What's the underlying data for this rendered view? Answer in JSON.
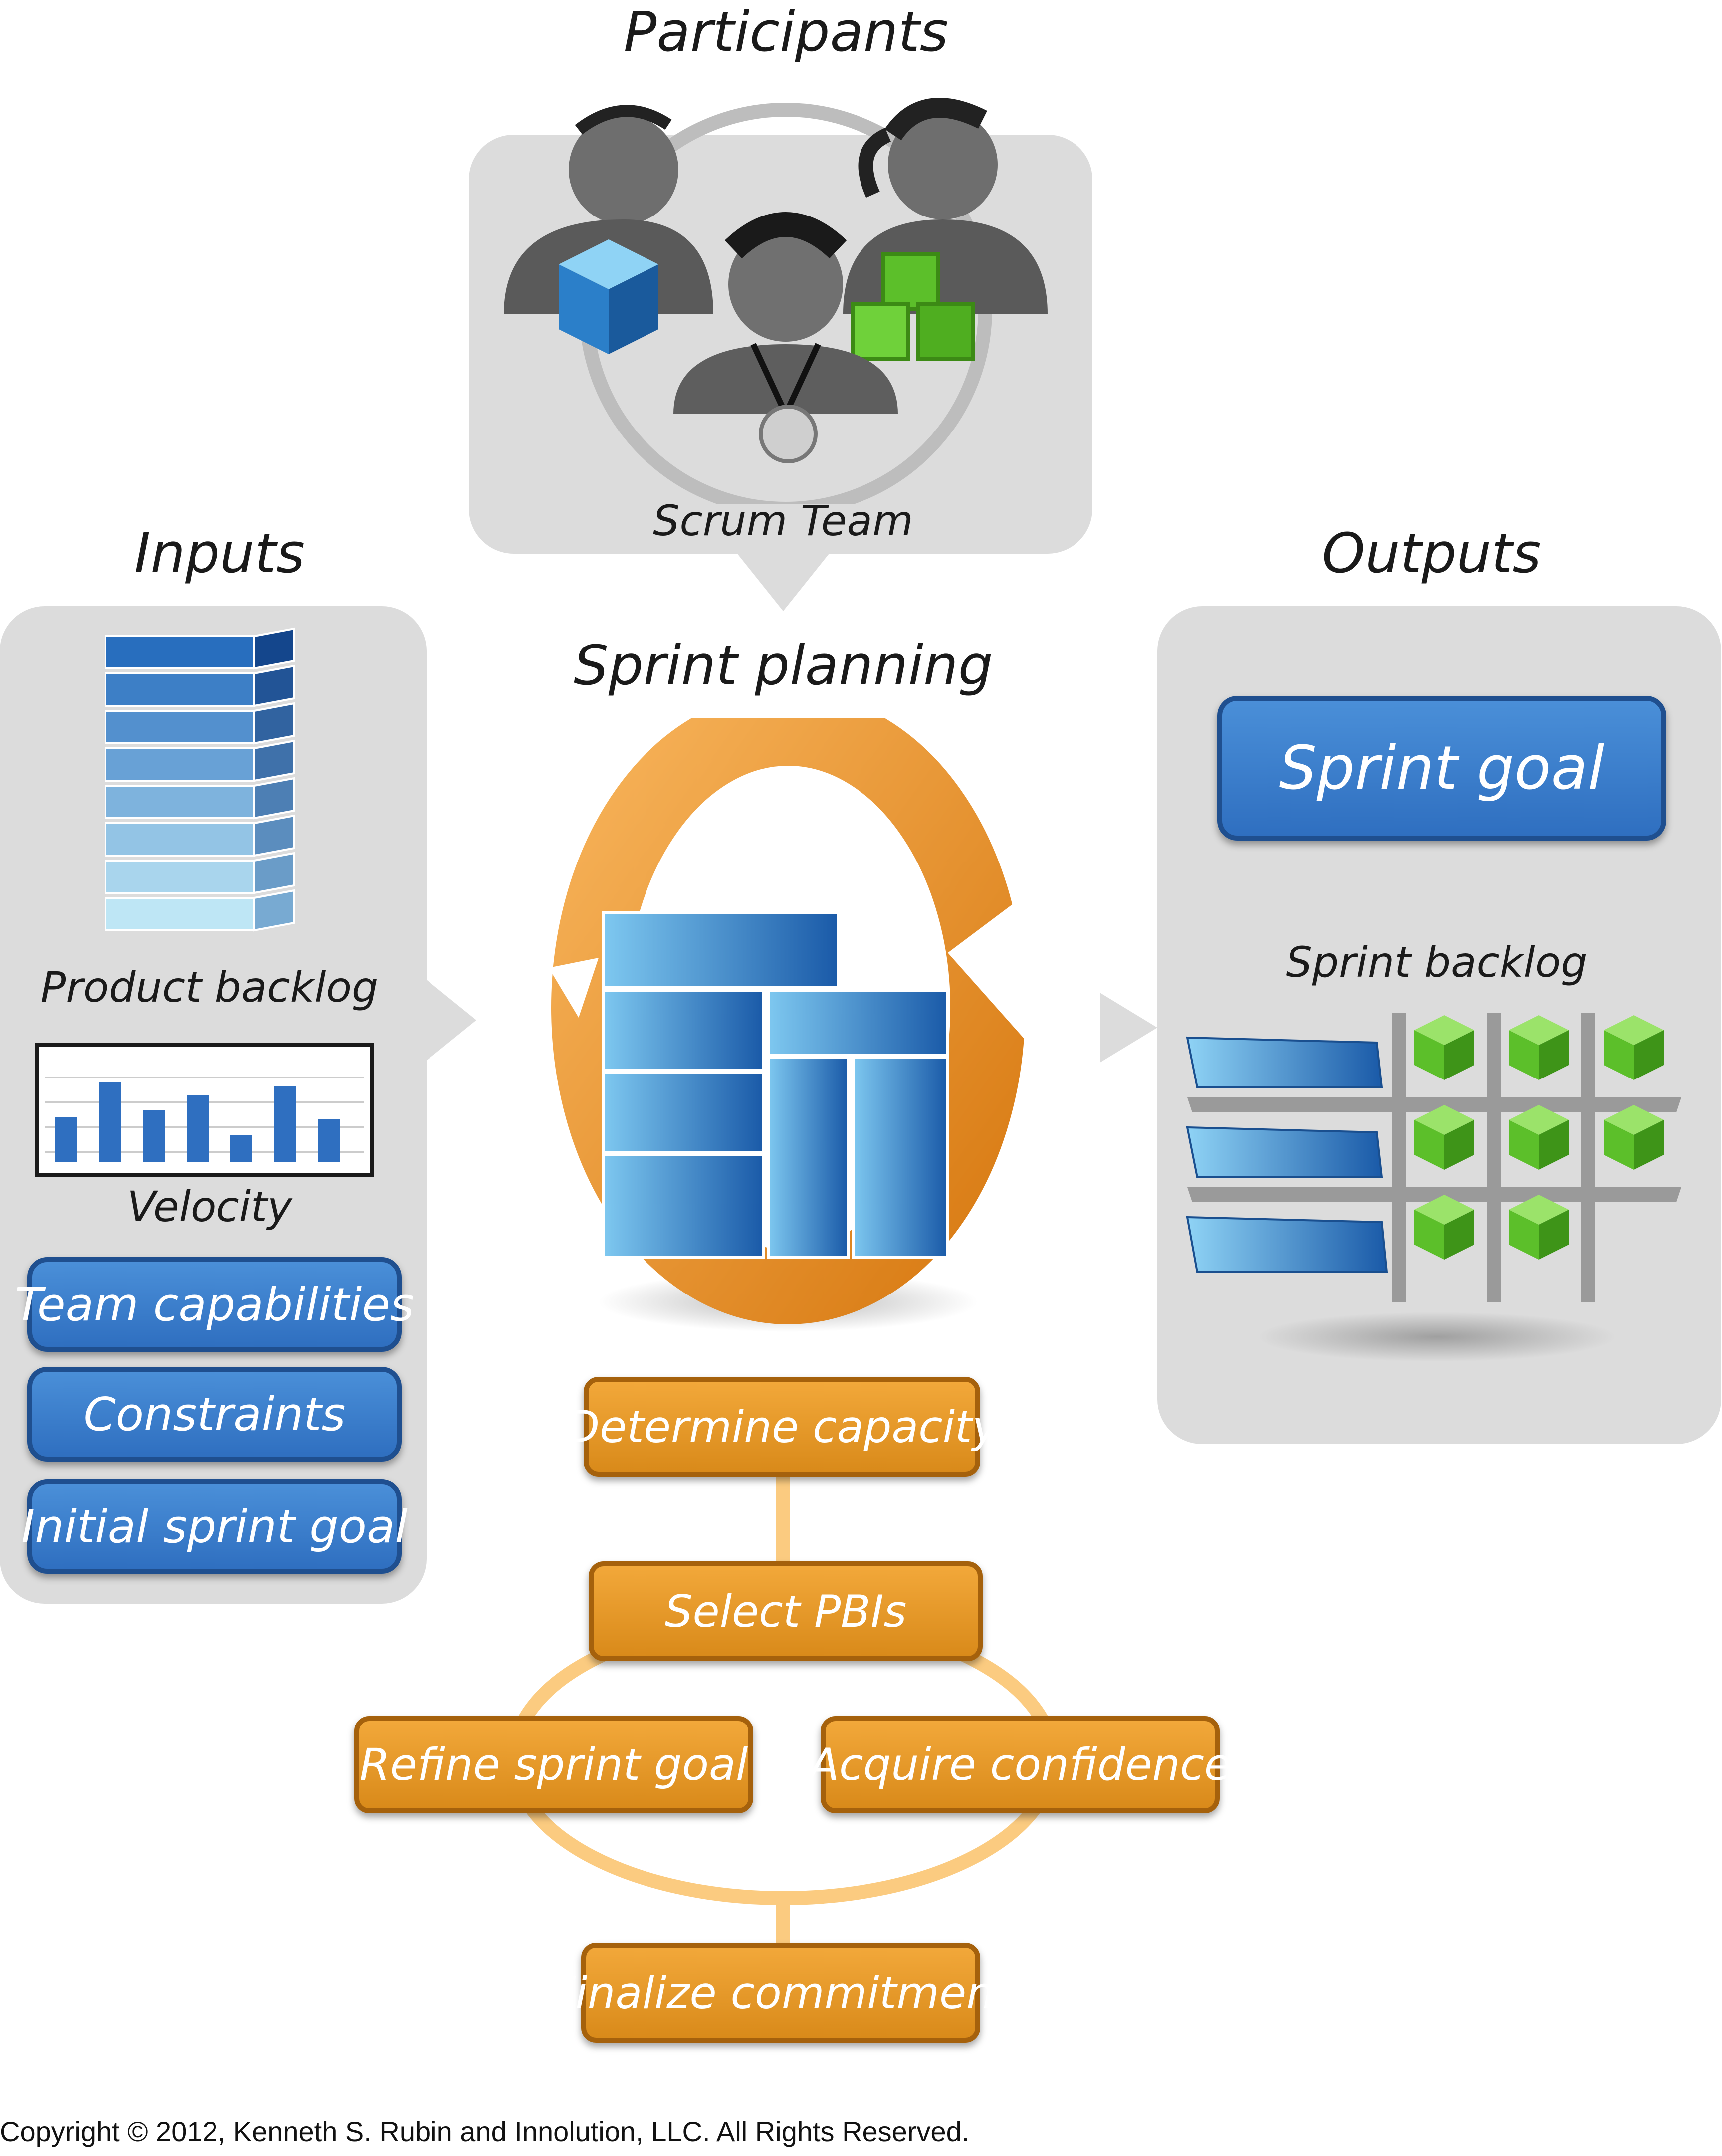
{
  "participants": {
    "title": "Participants",
    "team_label": "Scrum Team"
  },
  "inputs": {
    "title": "Inputs",
    "product_backlog_label": "Product backlog",
    "velocity_label": "Velocity",
    "velocity_values": [
      0.45,
      0.8,
      0.52,
      0.67,
      0.27,
      0.76,
      0.43
    ],
    "buttons": [
      "Team capabilities",
      "Constraints",
      "Initial sprint goal"
    ]
  },
  "center": {
    "title": "Sprint planning",
    "steps": {
      "determine": "Determine capacity",
      "select": "Select PBIs",
      "refine": "Refine sprint goal",
      "acquire": "Acquire confidence",
      "finalize": "Finalize commitment"
    }
  },
  "outputs": {
    "title": "Outputs",
    "sprint_goal": "Sprint goal",
    "sprint_backlog_label": "Sprint backlog"
  },
  "copyright": "Copyright © 2012, Kenneth S. Rubin and Innolution, LLC. All Rights Reserved.",
  "colors": {
    "panel": "#dcdcdc",
    "blue": "#2f6fc0",
    "orange": "#e8971f",
    "green": "#5cbf2a"
  }
}
